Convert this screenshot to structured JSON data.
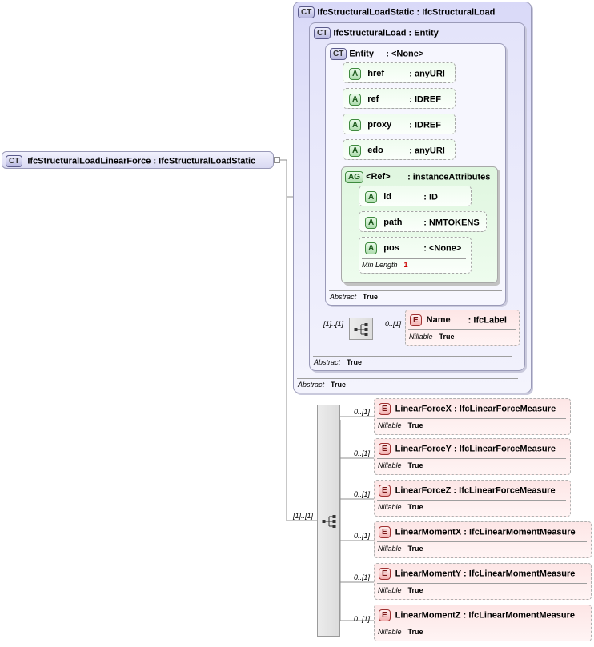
{
  "root": {
    "badge": "CT",
    "name": "IfcStructuralLoadLinearForce",
    "type": "IfcStructuralLoadStatic"
  },
  "ct1": {
    "badge": "CT",
    "name": "IfcStructuralLoadStatic",
    "type": "IfcStructuralLoad",
    "abstract_key": "Abstract",
    "abstract_val": "True"
  },
  "ct2": {
    "badge": "CT",
    "name": "IfcStructuralLoad",
    "type": "Entity",
    "abstract_key": "Abstract",
    "abstract_val": "True"
  },
  "ct3": {
    "badge": "CT",
    "name": "Entity",
    "type": "<None>",
    "abstract_key": "Abstract",
    "abstract_val": "True"
  },
  "attrs": [
    {
      "badge": "A",
      "name": "href",
      "type": "anyURI"
    },
    {
      "badge": "A",
      "name": "ref",
      "type": "IDREF"
    },
    {
      "badge": "A",
      "name": "proxy",
      "type": "IDREF"
    },
    {
      "badge": "A",
      "name": "edo",
      "type": "anyURI"
    }
  ],
  "ag": {
    "badge": "AG",
    "name": "<Ref>",
    "type": "instanceAttributes",
    "items": [
      {
        "badge": "A",
        "name": "id",
        "type": "ID"
      },
      {
        "badge": "A",
        "name": "path",
        "type": "NMTOKENS"
      },
      {
        "badge": "A",
        "name": "pos",
        "type": "<None>",
        "facet_key": "Min Length",
        "facet_val": "1"
      }
    ]
  },
  "seq1": {
    "card": "[1]..[1]"
  },
  "name_el": {
    "badge": "E",
    "name": "Name",
    "type": "IfcLabel",
    "card": "0..[1]",
    "prop_key": "Nillable",
    "prop_val": "True"
  },
  "seq2": {
    "card": "[1]..[1]"
  },
  "elements": [
    {
      "badge": "E",
      "name": "LinearForceX",
      "type": "IfcLinearForceMeasure",
      "card": "0..[1]",
      "prop_key": "Nillable",
      "prop_val": "True"
    },
    {
      "badge": "E",
      "name": "LinearForceY",
      "type": "IfcLinearForceMeasure",
      "card": "0..[1]",
      "prop_key": "Nillable",
      "prop_val": "True"
    },
    {
      "badge": "E",
      "name": "LinearForceZ",
      "type": "IfcLinearForceMeasure",
      "card": "0..[1]",
      "prop_key": "Nillable",
      "prop_val": "True"
    },
    {
      "badge": "E",
      "name": "LinearMomentX",
      "type": "IfcLinearMomentMeasure",
      "card": "0..[1]",
      "prop_key": "Nillable",
      "prop_val": "True"
    },
    {
      "badge": "E",
      "name": "LinearMomentY",
      "type": "IfcLinearMomentMeasure",
      "card": "0..[1]",
      "prop_key": "Nillable",
      "prop_val": "True"
    },
    {
      "badge": "E",
      "name": "LinearMomentZ",
      "type": "IfcLinearMomentMeasure",
      "card": "0..[1]",
      "prop_key": "Nillable",
      "prop_val": "True"
    }
  ]
}
